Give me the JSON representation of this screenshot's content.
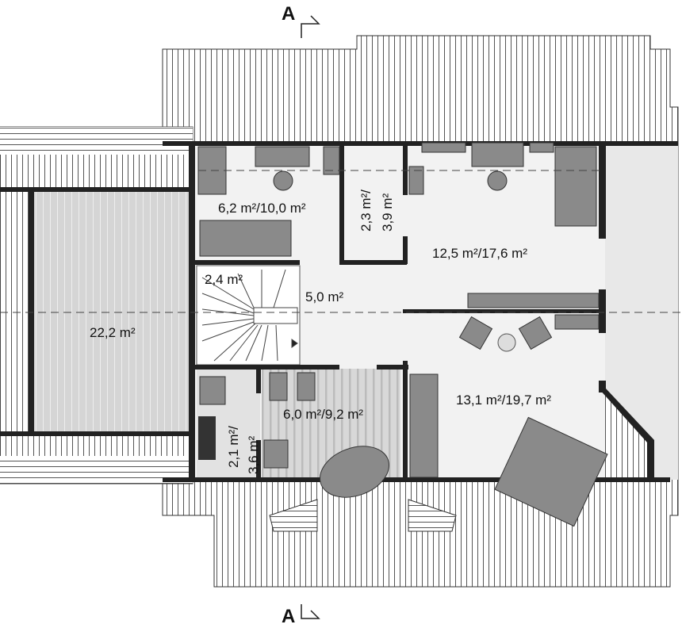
{
  "section_markers": {
    "top": "A",
    "bottom": "A"
  },
  "rooms": [
    {
      "id": "office-left",
      "label": "6,2 m²/10,0 m²"
    },
    {
      "id": "wardrobe",
      "label_a": "2,3 m²/",
      "label_b": "3,9 m²"
    },
    {
      "id": "office-right",
      "label": "12,5 m²/17,6 m²"
    },
    {
      "id": "stairs",
      "label": "2,4 m²"
    },
    {
      "id": "hall",
      "label": "5,0 m²"
    },
    {
      "id": "void",
      "label": "22,2 m²"
    },
    {
      "id": "bedroom",
      "label": "13,1 m²/19,7 m²"
    },
    {
      "id": "bathroom",
      "label": "6,0 m²/9,2 m²"
    },
    {
      "id": "utility",
      "label_a": "2,1 m²/",
      "label_b": "3,6 m²"
    }
  ],
  "colors": {
    "wall": "#222222",
    "floor": "#f2f2f2",
    "roof_hatch": "#555555",
    "furniture": "#8a8a8a"
  }
}
